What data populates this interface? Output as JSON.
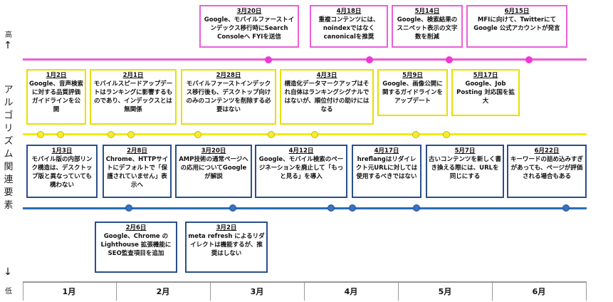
{
  "axis": {
    "high": "高",
    "low": "低",
    "y_title": "アルゴリズム関連要素",
    "months": [
      "1月",
      "2月",
      "3月",
      "4月",
      "5月",
      "6月"
    ]
  },
  "colors": {
    "pink": "#ea5fd9",
    "yellow": "#f2ec00",
    "blue": "#2a6eb5"
  },
  "events": {
    "pink": [
      {
        "date": "3月20日",
        "text": "Google、モバイルファーストインデックス移行時にSearch Consoleへ FYIを送信"
      },
      {
        "date": "4月18日",
        "text": "重複コンテンツには、noindexではなくcanonicalを推奨"
      },
      {
        "date": "5月14日",
        "text": "Google、検索結果のスニペット表示の文字数を削減"
      },
      {
        "date": "6月15日",
        "text": "MFIに向けて、Twitterにて Google 公式アカウントが発言"
      }
    ],
    "yellow": [
      {
        "date": "1月2日",
        "text": "Google、音声検索に対する品質評価ガイドラインを公開"
      },
      {
        "date": "2月1日",
        "text": "モバイルスピードアップデートはランキングに影響するものであり、インデックスとは無関係"
      },
      {
        "date": "2月28日",
        "text": "モバイルファーストインデックス移行後も、デスクトップ向けのみのコンテンツを削除する必要はない"
      },
      {
        "date": "4月3日",
        "text": "構造化データマークアップはそれ自体はランキングシグナルではないが、順位付けの助けにはなる"
      },
      {
        "date": "5月9日",
        "text": "Google、画像公開に関するガイドラインをアップデート"
      },
      {
        "date": "5月17日",
        "text": "Google、Job Posting 対応国を拡大"
      }
    ],
    "blue_above": [
      {
        "date": "1月3日",
        "text": "モバイル版の内部リンク構造は、デスクトップ版と異なっていても構わない"
      },
      {
        "date": "2月8日",
        "text": "Chrome、HTTPサイトにデフォルトで「保護されていません」表示へ"
      },
      {
        "date": "3月20日",
        "text": "AMP技術の通常ページへの応用についてGoogle が解説"
      },
      {
        "date": "4月12日",
        "text": "Google、モバイル検索のページネーションを廃止して「もっと見る」を導入"
      },
      {
        "date": "4月17日",
        "text": "hreflangはリダイレクト元URLに対しては使用するべきではない"
      },
      {
        "date": "5月7日",
        "text": "古いコンテンツを新しく書き換える際には、URLを同じにする"
      },
      {
        "date": "6月22日",
        "text": "キーワードの詰め込みすぎがあっても、ページが評価される場合もある"
      }
    ],
    "blue_below": [
      {
        "date": "2月6日",
        "text": "Google、Chrome のLighthouse 拡張機能にSEO監査項目を追加"
      },
      {
        "date": "3月2日",
        "text": "meta refresh によるリダイレクトは機能するが、推奨はしない"
      }
    ]
  }
}
